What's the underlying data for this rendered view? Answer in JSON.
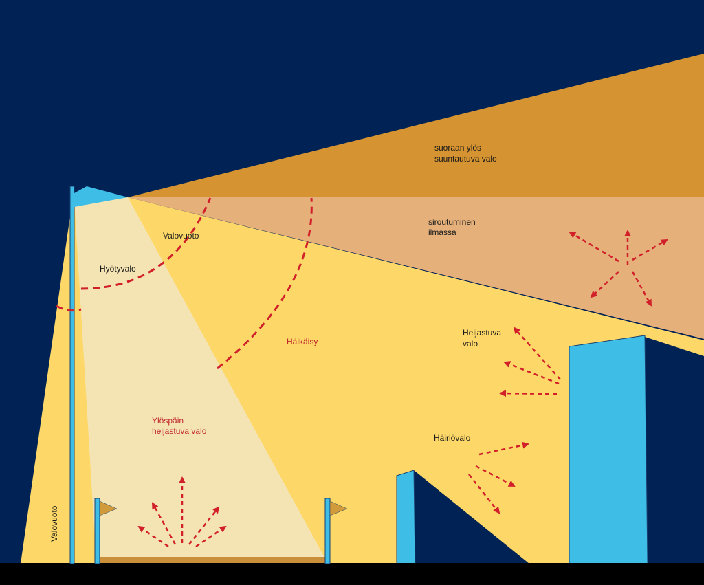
{
  "colors": {
    "sky": "#002255",
    "ground": "#000000",
    "upward_light": "#d59331",
    "scattering": "#e5b07a",
    "glare_zone": "#fdd868",
    "useful_light": "#f5e4b3",
    "pole": "#3ebde6",
    "building": "#3ebde6",
    "field": "#c98f3a",
    "flag": "#d19a3b",
    "arrow_red": "#d1202a"
  },
  "labels": {
    "upward_line1": "suoraan ylös",
    "upward_line2": "suuntautuva valo",
    "scatter_line1": "siroutuminen",
    "scatter_line2": "ilmassa",
    "spill_top": "Valovuoto",
    "useful": "Hyötyvalo",
    "glare": "Häikäisy",
    "reflected_up_line1": "Ylöspäin",
    "reflected_up_line2": "heijastuva valo",
    "reflective_line1": "Heijastuva",
    "reflective_line2": "valo",
    "obtrusive": "Häiriövalo",
    "spill_left": "Valovuoto"
  }
}
